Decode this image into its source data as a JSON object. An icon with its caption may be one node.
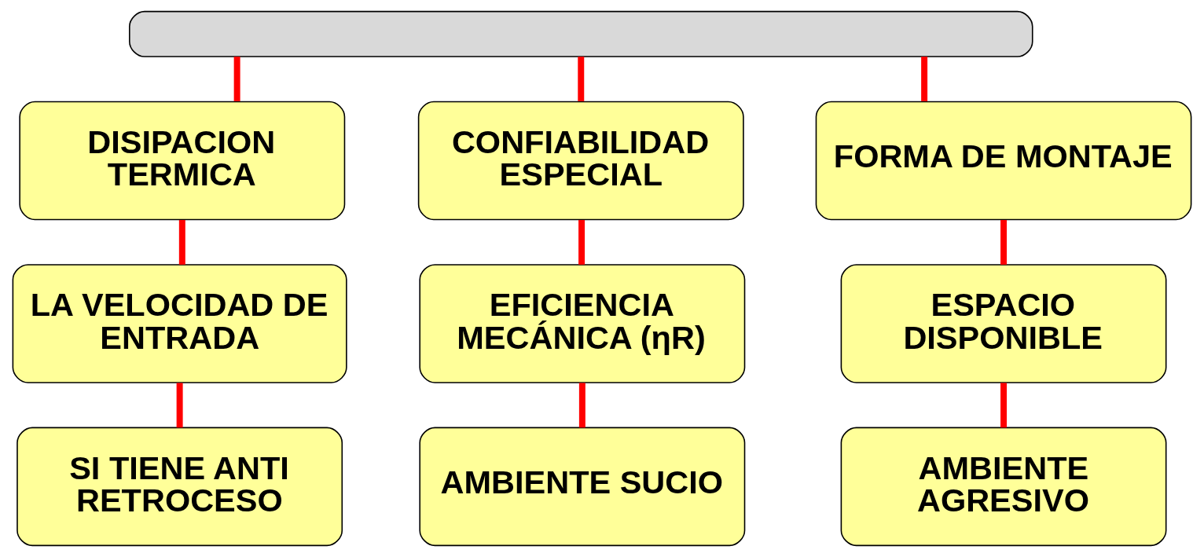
{
  "diagram": {
    "nodes": [
      {
        "text": [],
        "shape": "box"
      },
      {
        "text": [
          "DISIPACION TERMICA"
        ]
      },
      {
        "text": [
          "CONFIABILIDAD ESPECIAL"
        ]
      },
      {
        "text": [
          "FORMA DE MONTAJE"
        ]
      },
      {
        "text": [
          "LA VELOCIDAD DE ENTRADA"
        ]
      },
      {
        "text": [
          "EFICIENCIA MECÁNICA (ηR)"
        ]
      },
      {
        "text": [
          "ESPACIO DISPONIBLE"
        ]
      },
      {
        "text": [
          "SI TIENE ANTI RETROCESO"
        ]
      },
      {
        "text": [
          "AMBIENTE SUCIO"
        ]
      },
      {
        "text": [
          "AMBIENTE AGRESIVO"
        ]
      }
    ],
    "edges": [
      {
        "from": 0,
        "to": 1,
        "arrow": "none"
      },
      {
        "from": 0,
        "to": 2,
        "arrow": "none"
      },
      {
        "from": 0,
        "to": 3,
        "arrow": "none"
      },
      {
        "from": 1,
        "to": 4,
        "arrow": "none"
      },
      {
        "from": 4,
        "to": 7,
        "arrow": "none"
      },
      {
        "from": 2,
        "to": 5,
        "arrow": "none"
      },
      {
        "from": 5,
        "to": 8,
        "arrow": "none"
      },
      {
        "from": 3,
        "to": 6,
        "arrow": "none"
      },
      {
        "from": 6,
        "to": 9,
        "arrow": "none"
      }
    ]
  }
}
